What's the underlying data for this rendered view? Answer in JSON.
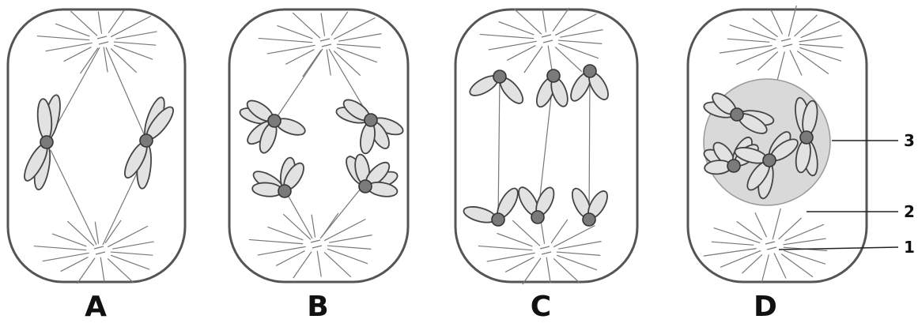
{
  "panels": [
    {
      "id": "A",
      "label": "A"
    },
    {
      "id": "B",
      "label": "B"
    },
    {
      "id": "C",
      "label": "C"
    },
    {
      "id": "D",
      "label": "D"
    }
  ],
  "callouts": [
    {
      "id": "3",
      "label": "3"
    },
    {
      "id": "2",
      "label": "2"
    },
    {
      "id": "1",
      "label": "1"
    }
  ]
}
